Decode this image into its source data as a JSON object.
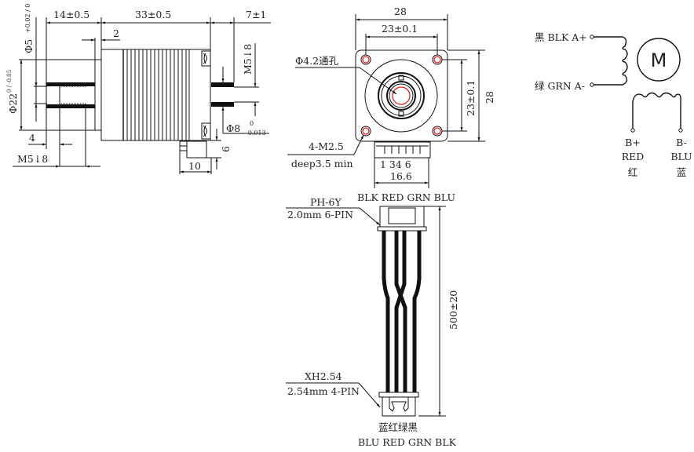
{
  "side_view": {
    "dim_front_shaft": "14±0.5",
    "dim_body": "33±0.5",
    "dim_rear_shaft": "7±1",
    "dim_boss": "2",
    "dim_shaft_dia": "Φ5",
    "dim_shaft_tol": "+0.02 / 0",
    "dim_boss_dia": "Φ22",
    "dim_boss_tol": "0 / -0.05",
    "dim_4": "4",
    "dim_m5_front": "M5↓8",
    "dim_m5_rear": "M5↓8",
    "dim_rear_dia": "Φ8",
    "dim_rear_tol_top": "0",
    "dim_rear_tol_bottom": "-0.013",
    "dim_6": "6",
    "dim_10": "10"
  },
  "front_view": {
    "dim_width": "28",
    "dim_hole_spacing_h": "23±0.1",
    "dim_hole_spacing_v": "23±0.1",
    "dim_height": "28",
    "through_hole_label": "Φ4.2通孔",
    "mount_thread_label": "4-M2.5",
    "mount_depth_label": "deep3.5 min",
    "pin_numbers": "1 34 6",
    "connector_width": "16.6"
  },
  "cable": {
    "top_colors": "BLK RED GRN BLU",
    "top_connector_model": "PH-6Y",
    "top_connector_desc": "2.0mm 6-PIN",
    "length": "500±20",
    "bottom_connector_model": "XH2.54",
    "bottom_connector_desc": "2.54mm 4-PIN",
    "bottom_colors_cn": "蓝红绿黑",
    "bottom_colors": "BLU RED GRN BLK"
  },
  "schematic": {
    "a_plus": "黑 BLK A+",
    "a_minus": "绿 GRN A-",
    "motor": "M",
    "b_plus": "B+",
    "b_plus_color": "RED",
    "b_plus_cn": "红",
    "b_minus": "B-",
    "b_minus_color": "BLU",
    "b_minus_cn": "蓝"
  },
  "colors": {
    "line": "#111111",
    "hole_highlight": "#e02020"
  }
}
